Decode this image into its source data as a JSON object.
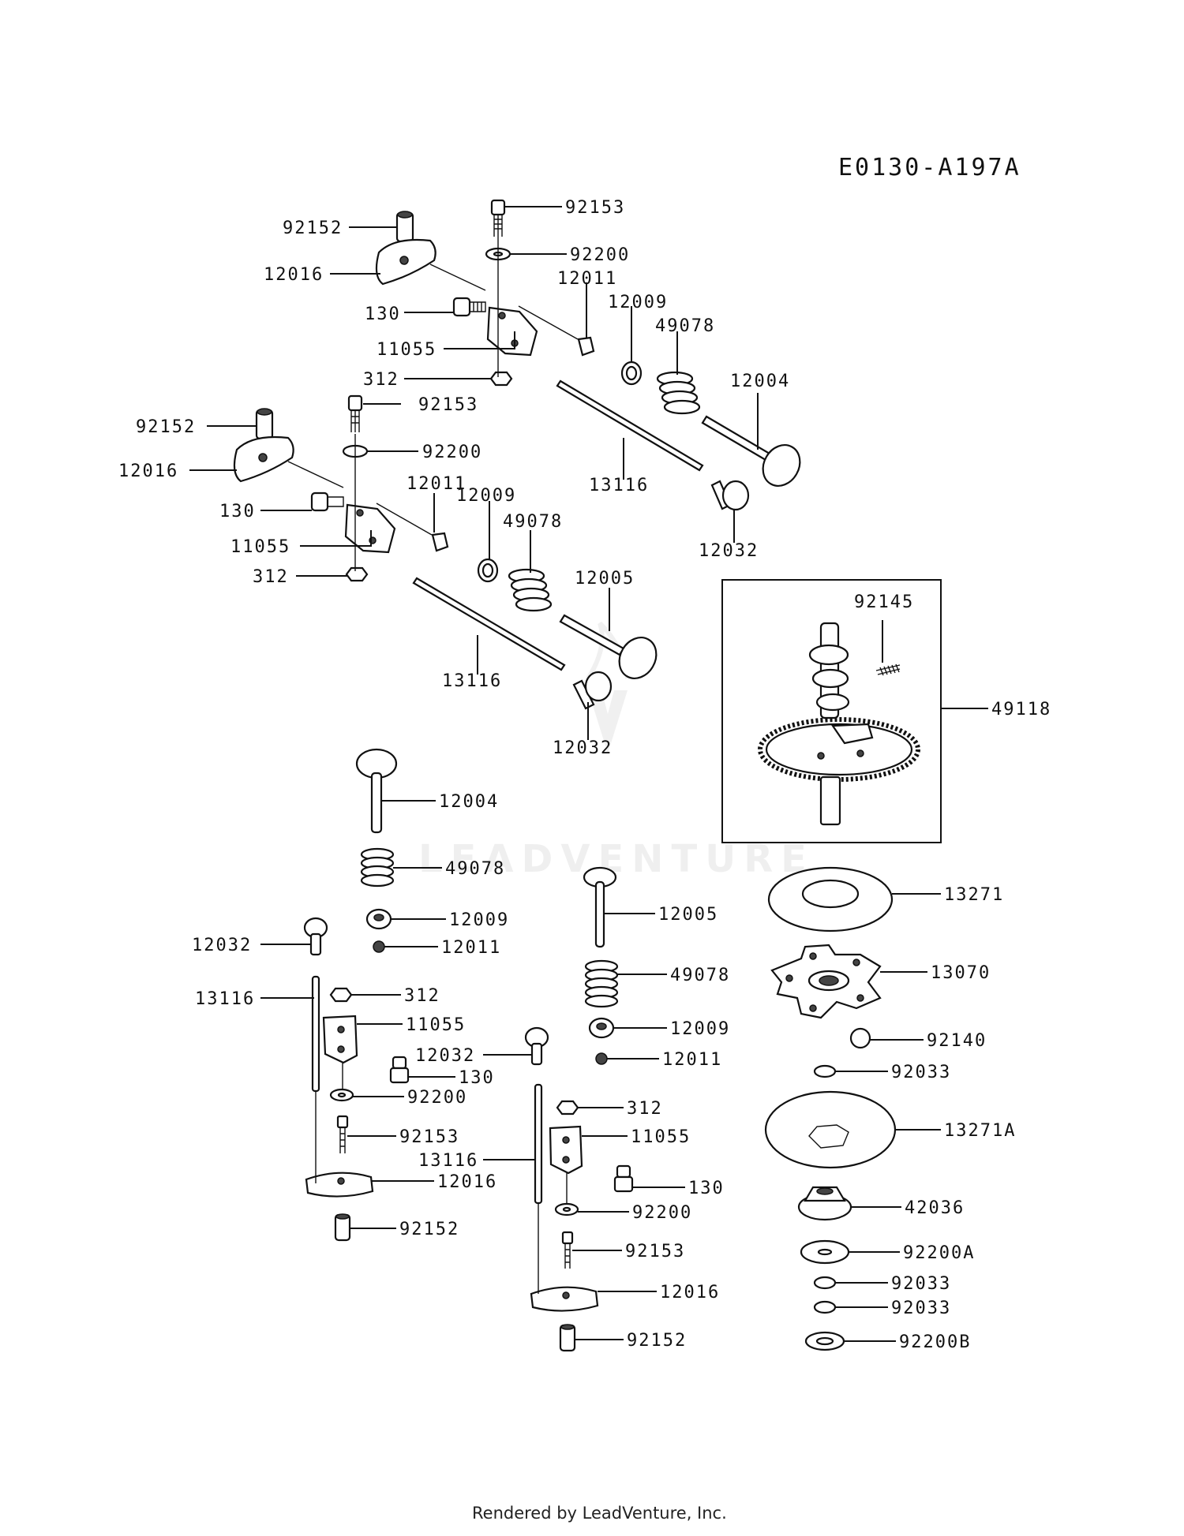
{
  "diagram_code": "E0130-A197A",
  "footer_text": "Rendered by LeadVenture, Inc.",
  "watermark_text": "LEADVENTURE",
  "callouts": [
    "92153",
    "92200",
    "12011",
    "12009",
    "49078",
    "12004",
    "92152",
    "12016",
    "130",
    "11055",
    "312",
    "92153",
    "92152",
    "12016",
    "92200",
    "12011",
    "130",
    "11055",
    "312",
    "12009",
    "49078",
    "12005",
    "13116",
    "12032",
    "13116",
    "12032",
    "92145",
    "49118",
    "12004",
    "49078",
    "12009",
    "12011",
    "12032",
    "13116",
    "312",
    "11055",
    "12032",
    "130",
    "92200",
    "92153",
    "12016",
    "92152",
    "12005",
    "49078",
    "12009",
    "12011",
    "312",
    "11055",
    "13116",
    "130",
    "92200",
    "92153",
    "12016",
    "92152",
    "13271",
    "13070",
    "92140",
    "92033",
    "13271A",
    "42036",
    "92200A",
    "92033",
    "92033",
    "92200B"
  ]
}
